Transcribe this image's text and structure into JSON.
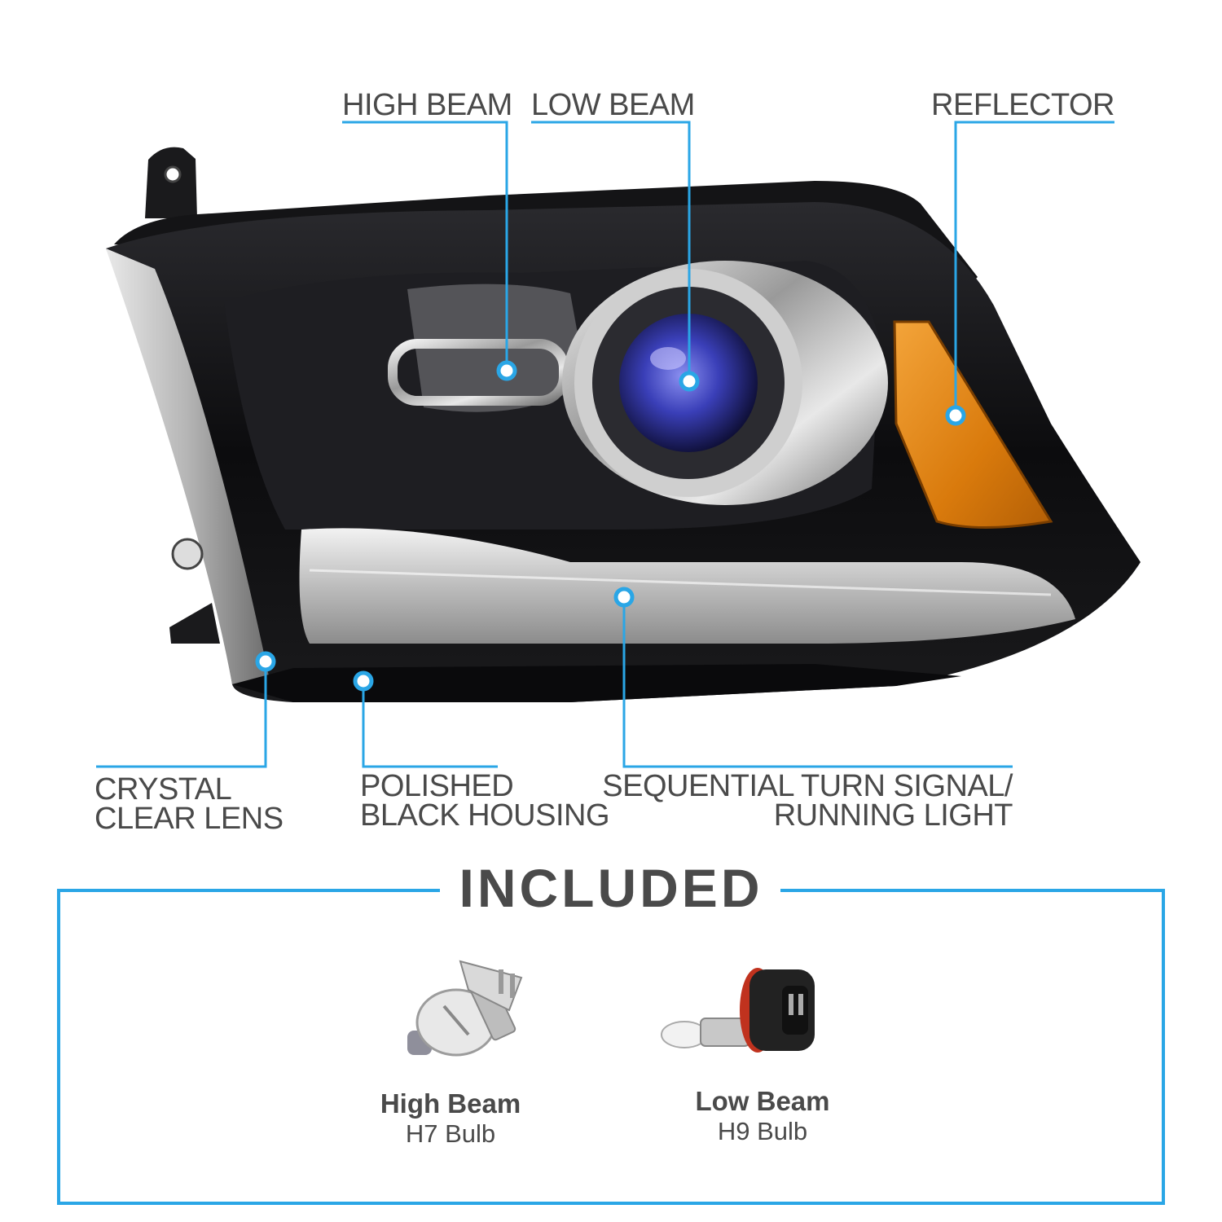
{
  "colors": {
    "accent": "#2aa6e6",
    "text": "#4a4a4a",
    "housing": "#0d0d0f",
    "amber": "#e08a14",
    "lens_blue": "#3a3fb8"
  },
  "callouts": {
    "high_beam": "HIGH BEAM",
    "low_beam": "LOW BEAM",
    "reflector": "REFLECTOR",
    "crystal_lens_line1": "CRYSTAL",
    "crystal_lens_line2": "CLEAR LENS",
    "housing_line1": "POLISHED",
    "housing_line2": "BLACK HOUSING",
    "turn_signal_line1": "SEQUENTIAL TURN SIGNAL/",
    "turn_signal_line2": "RUNNING LIGHT"
  },
  "included": {
    "title": "INCLUDED",
    "bulbs": [
      {
        "name": "High Beam",
        "type": "H7 Bulb"
      },
      {
        "name": "Low Beam",
        "type": "H9 Bulb"
      }
    ]
  }
}
